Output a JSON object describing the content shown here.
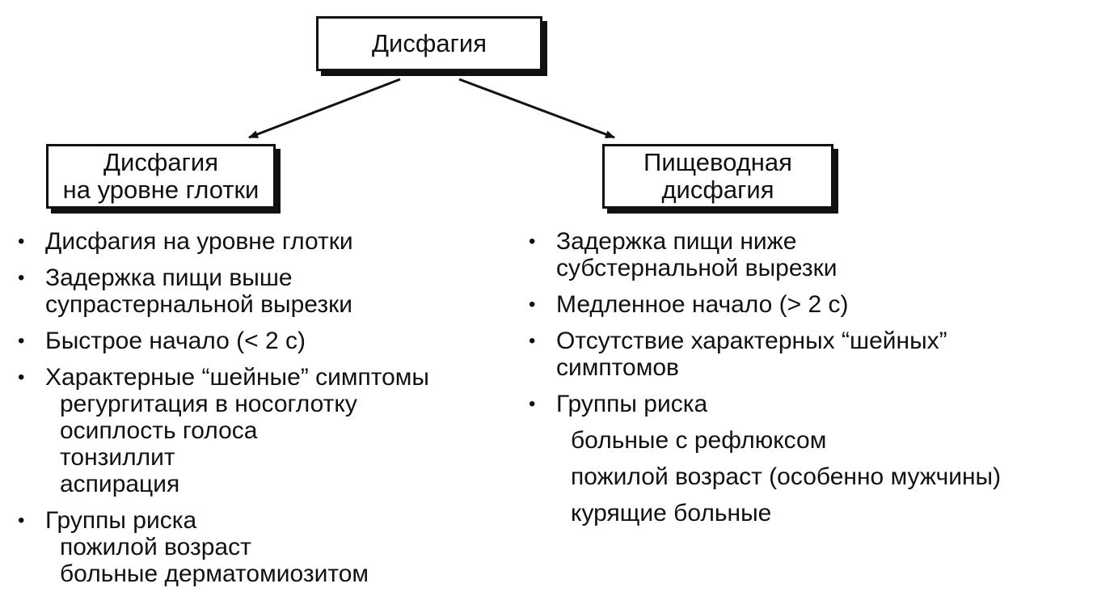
{
  "root": {
    "title": "Дисфагия"
  },
  "left": {
    "title_line1": "Дисфагия",
    "title_line2": "на уровне глотки",
    "bullets": [
      {
        "lines": [
          "Дисфагия на уровне глотки"
        ],
        "sub": []
      },
      {
        "lines": [
          "Задержка пищи выше",
          "супрастернальной вырезки"
        ],
        "sub": []
      },
      {
        "lines": [
          "Быстрое начало (< 2 с)"
        ],
        "sub": []
      },
      {
        "lines": [
          "Характерные “шейные” симптомы"
        ],
        "sub": [
          "регургитация в носоглотку",
          "осиплость голоса",
          "тонзиллит",
          "аспирация"
        ]
      },
      {
        "lines": [
          "Группы риска"
        ],
        "sub": [
          "пожилой возраст",
          "больные дерматомиозитом"
        ]
      }
    ]
  },
  "right": {
    "title_line1": "Пищеводная",
    "title_line2": "дисфагия",
    "bullets": [
      {
        "lines": [
          "Задержка пищи ниже",
          "субстернальной вырезки"
        ],
        "sub": []
      },
      {
        "lines": [
          "Медленное начало (> 2 с)"
        ],
        "sub": []
      },
      {
        "lines": [
          "Отсутствие характерных “шейных”",
          "симптомов"
        ],
        "sub": []
      },
      {
        "lines": [
          "Группы риска"
        ],
        "sub": [
          "больные с рефлюксом",
          "пожилой возраст (особенно мужчины)",
          "курящие больные"
        ]
      }
    ]
  },
  "bullet_glyph": "•"
}
